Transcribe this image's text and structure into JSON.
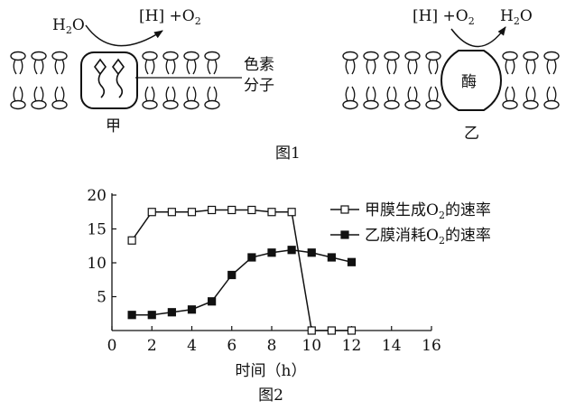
{
  "figure1": {
    "caption": "图1",
    "left": {
      "label": "甲",
      "reactant": "H",
      "reactant_sub": "2",
      "reactant_tail": "O",
      "product_main": "[H] +O",
      "product_sub": "2",
      "pigment_label_line1": "色素",
      "pigment_label_line2": "分子"
    },
    "right": {
      "label": "乙",
      "reactant_main": "[H] +O",
      "reactant_sub": "2",
      "product": "H",
      "product_sub": "2",
      "product_tail": "O",
      "enzyme_label": "酶"
    }
  },
  "figure2": {
    "caption": "图2",
    "chart_data": {
      "type": "line",
      "xlabel": "时间（h）",
      "ylabel": "",
      "xlim": [
        0,
        16
      ],
      "ylim": [
        0,
        20
      ],
      "x_ticks": [
        "0",
        "2",
        "4",
        "6",
        "8",
        "10",
        "12",
        "14",
        "16"
      ],
      "y_ticks": [
        "5",
        "10",
        "15",
        "20"
      ],
      "grid": false,
      "legend_position": "top-right",
      "series": [
        {
          "name": "甲膜生成O₂的速率",
          "name_main": "甲膜生成O",
          "name_sub": "2",
          "name_tail": "的速率",
          "marker": "open-square",
          "x": [
            1,
            2,
            3,
            4,
            5,
            6,
            7,
            8,
            9,
            10,
            11,
            12
          ],
          "y": [
            13.3,
            17.5,
            17.5,
            17.5,
            17.8,
            17.8,
            17.8,
            17.5,
            17.5,
            0,
            0,
            0
          ]
        },
        {
          "name": "乙膜消耗O₂的速率",
          "name_main": "乙膜消耗O",
          "name_sub": "2",
          "name_tail": "的速率",
          "marker": "filled-square",
          "x": [
            1,
            2,
            3,
            4,
            5,
            6,
            7,
            8,
            9,
            10,
            11,
            12
          ],
          "y": [
            2.3,
            2.3,
            2.7,
            3.1,
            4.3,
            8.2,
            10.8,
            11.5,
            11.9,
            11.5,
            10.8,
            10.1
          ]
        }
      ]
    }
  }
}
